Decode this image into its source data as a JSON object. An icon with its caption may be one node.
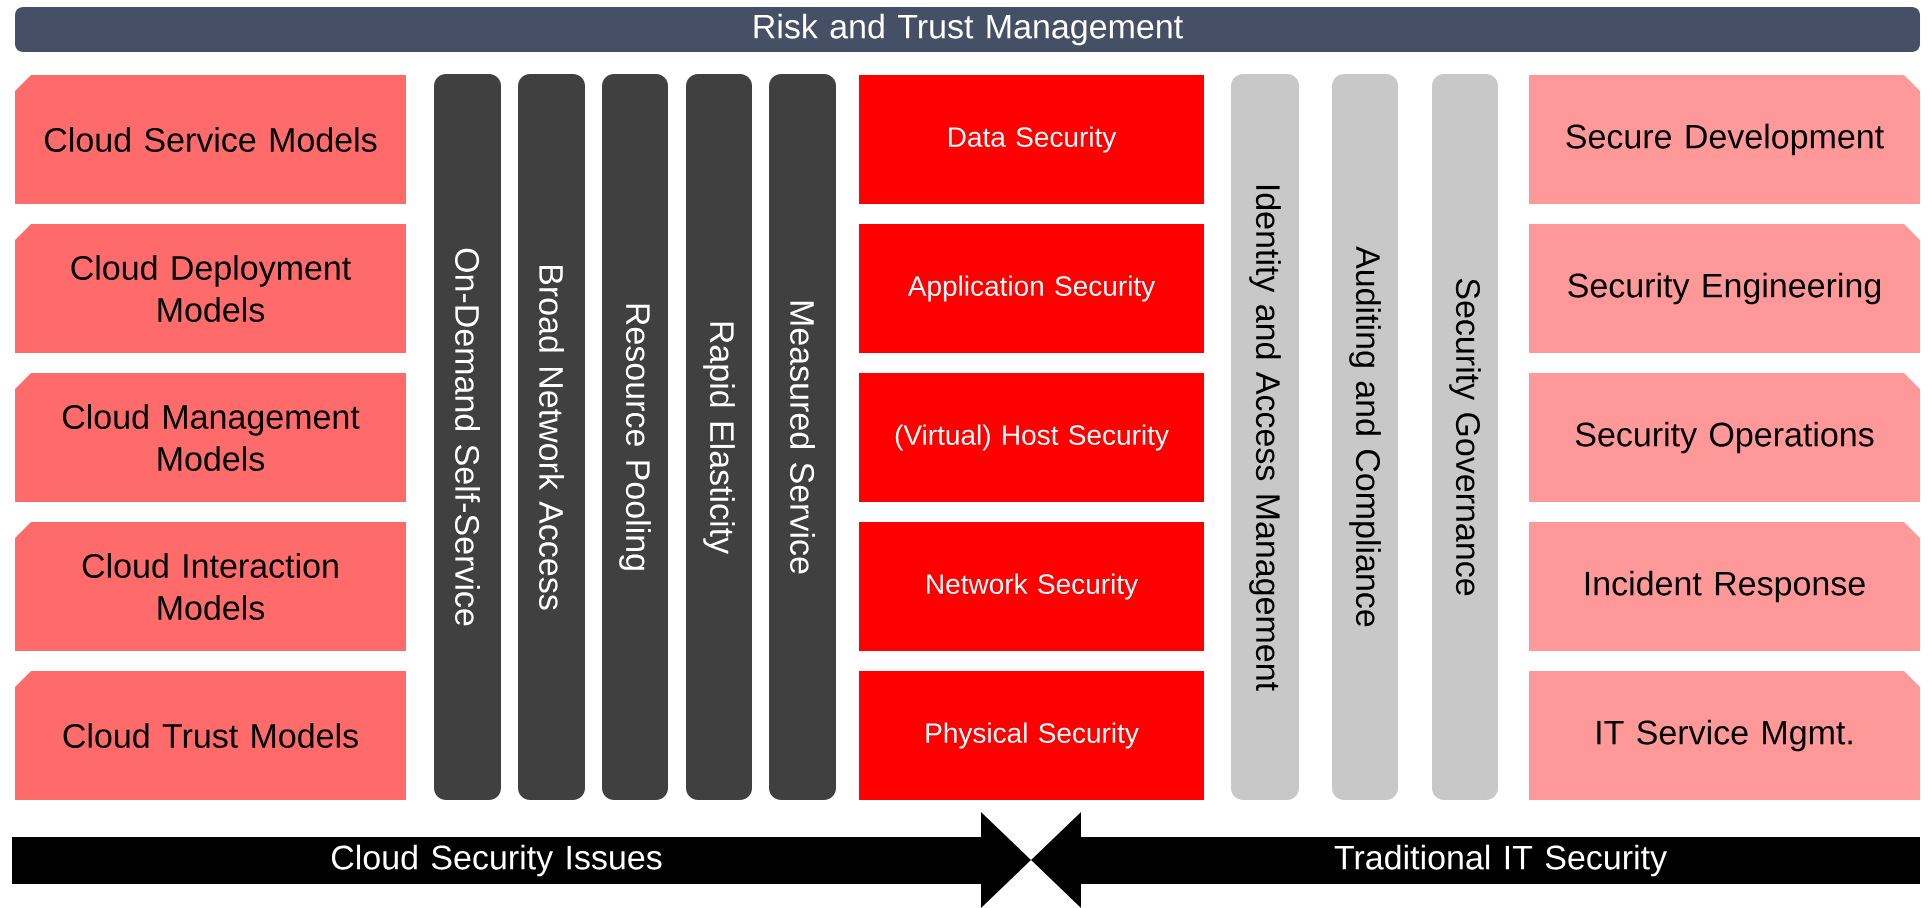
{
  "diagram": {
    "nodes": [
      {
        "text": [
          "Risk and Trust Management"
        ]
      },
      {
        "text": [
          "Cloud Service Models"
        ]
      },
      {
        "text": [
          "Cloud Deployment Models"
        ]
      },
      {
        "text": [
          "Cloud Management Models"
        ]
      },
      {
        "text": [
          "Cloud Interaction Models"
        ]
      },
      {
        "text": [
          "Cloud Trust Models"
        ]
      },
      {
        "text": [
          "On-Demand Self-Service"
        ]
      },
      {
        "text": [
          "Broad Network Access"
        ]
      },
      {
        "text": [
          "Resource Pooling"
        ]
      },
      {
        "text": [
          "Rapid Elasticity"
        ]
      },
      {
        "text": [
          "Measured Service"
        ]
      },
      {
        "text": [
          "Data Security"
        ]
      },
      {
        "text": [
          "Application Security"
        ]
      },
      {
        "text": [
          "(Virtual) Host Security"
        ]
      },
      {
        "text": [
          "Network Security"
        ]
      },
      {
        "text": [
          "Physical Security"
        ]
      },
      {
        "text": [
          "Identity and Access Management"
        ]
      },
      {
        "text": [
          "Auditing and Compliance"
        ]
      },
      {
        "text": [
          "Security Governance"
        ]
      },
      {
        "text": [
          "Secure Development"
        ]
      },
      {
        "text": [
          "Security Engineering"
        ]
      },
      {
        "text": [
          "Security Operations"
        ]
      },
      {
        "text": [
          "Incident Response"
        ]
      },
      {
        "text": [
          "IT Service Mgmt."
        ]
      },
      {
        "text": [
          "Cloud Security Issues"
        ]
      },
      {
        "text": [
          "Traditional IT Security"
        ]
      }
    ]
  }
}
